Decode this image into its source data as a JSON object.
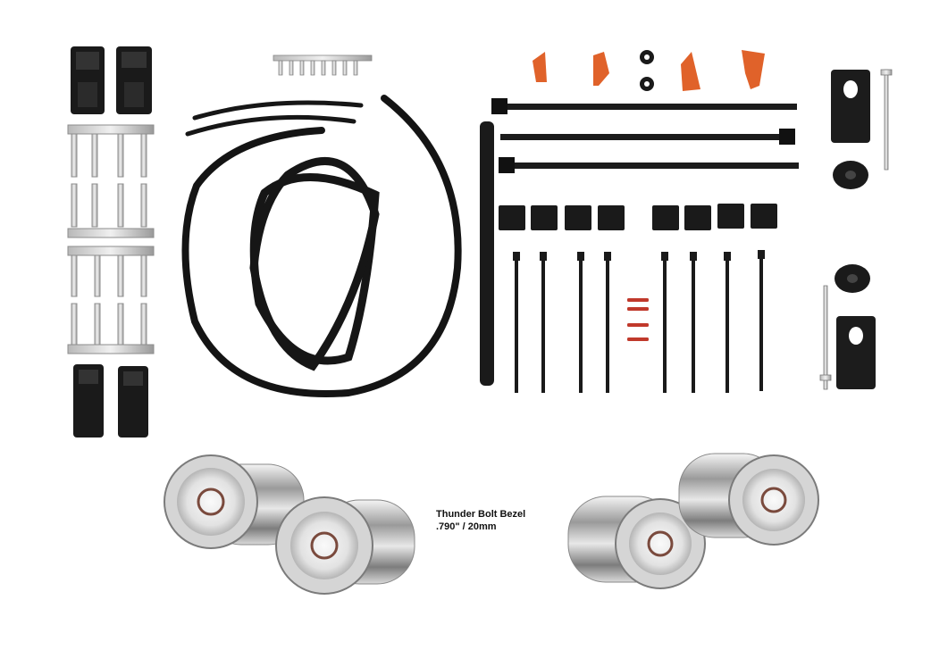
{
  "caption": {
    "line1": "Thunder Bolt Bezel",
    "line2": ".790\" / 20mm"
  },
  "colors": {
    "background": "#ffffff",
    "black_part": "#1a1a1a",
    "orange_boot": "#e0622a",
    "chrome": "#c8c8c8",
    "red_pin": "#c0392b"
  },
  "items": [
    "connector-pair-top",
    "metal-terminal-strips",
    "connector-pair-bottom",
    "heat-shrink-tubing",
    "long-split-loom",
    "orange-wire-boots",
    "rubber-grommets",
    "push-mount-cable-ties",
    "adhesive-tie-mounts",
    "cable-ties",
    "red-roll-pins",
    "mounting-clips",
    "rivets",
    "chrome-bezel-lights"
  ]
}
